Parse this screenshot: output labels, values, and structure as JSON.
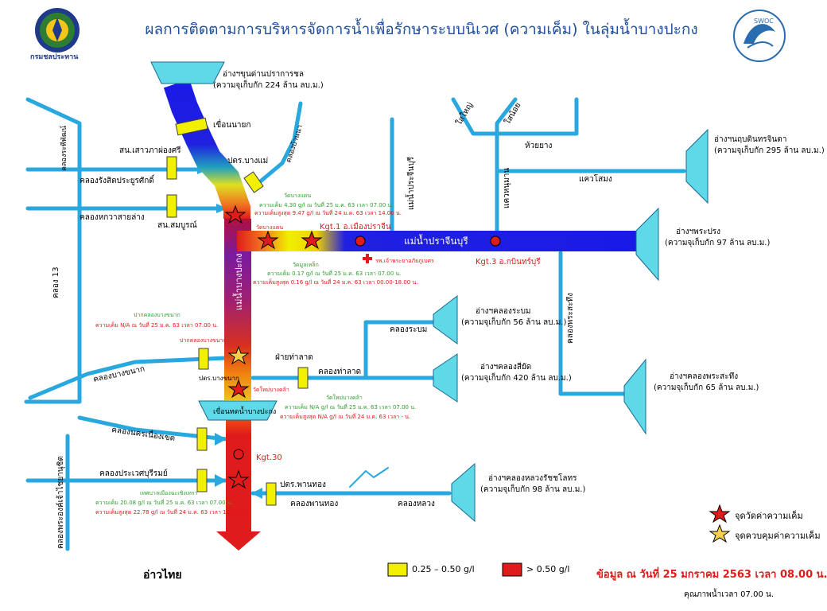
{
  "header": {
    "title": "ผลการติดตามการบริหารจัดการน้ำเพื่อรักษาระบบนิเวศ (ความเค็ม) ในลุ่มน้ำบางปะกง",
    "logo_left_label": "กรมชลประทาน",
    "logo_right_label": "SWOC"
  },
  "reservoirs": {
    "khun_dan": {
      "name": "อ่างฯขุนด่านปราการชล",
      "cap": "(ความจุเก็บกัก 224 ล้าน ลบ.ม.)"
    },
    "nabudsin": {
      "name": "อ่างฯนฤบดินทรจินดา",
      "cap": "(ความจุเก็บกัก 295 ล้าน ลบ.ม.)"
    },
    "phra_prong": {
      "name": "อ่างฯพระปรง",
      "cap": "(ความจุเก็บกัก 97 ล้าน ลบ.ม.)"
    },
    "rabom": {
      "name": "อ่างฯคลองระบม",
      "cap": "(ความจุเก็บกัก 56 ล้าน ลบ.ม.)"
    },
    "si_yat": {
      "name": "อ่างฯคลองสียัด",
      "cap": "(ความจุเก็บกัก 420 ล้าน ลบ.ม.)"
    },
    "phra_sathung": {
      "name": "อ่างฯคลองพระสะทึง",
      "cap": "(ความจุเก็บกัก 65 ล้าน ลบ.ม.)"
    },
    "luang": {
      "name": "อ่างฯคลองหลวงรัชชโลทร",
      "cap": "(ความจุเก็บกัก 98 ล้าน ลบ.ม.)"
    }
  },
  "structures": {
    "nayok_dam": "เขื่อนนายก",
    "sao_ong_sri": "สน.เสาวภาผ่องศรี",
    "bang_mae": "ปตร.บางแม่",
    "sombun": "สน.สมบูรณ์",
    "tha_lat_weir": "ฝ่ายท่าลาด",
    "bang_kanak_gate": "ปตร.บางขนาก",
    "bang_pakong_dam": "เขื่อนทดน้ำบางปะกง",
    "phanthong_gate": "ปตร.พานทอง"
  },
  "canals": {
    "phrapimon": "คลองระพีพัฒน์",
    "rangsit": "คลองรังสิตประยูรศักดิ์",
    "hokwa": "คลองหกวาสายล่าง",
    "khlong13": "คลอง 13",
    "bang_khanak": "คลองบางขนาก",
    "nakhon_nueang_khet": "คลองนครเนื่องเขต",
    "prawet": "คลองประเวศบุรีรมย์",
    "phraong": "คลองพระองค์เจ้าไชยานุชิต",
    "ban_na": "คลองบ้านนา",
    "prachinburi_mae_nam": "แม่น้ำประจีนบุรี",
    "sai_yai": "ใสใหญ่",
    "sai_noi": "ใสน้อย",
    "huai_yang": "ห้วยยาง",
    "khwae_hanuman": "แควหนุมาน",
    "khwae_somong": "แควโสมง",
    "rabom": "คลองระบม",
    "tha_lat": "คลองท่าลาด",
    "phra_sathung": "คลองพระสะทึง",
    "luang": "คลองหลวง",
    "phan_thong": "คลองพานทอง"
  },
  "rivers": {
    "bang_pakong": "แม่น้ำบางปะกง",
    "prachinburi": "แม่น้ำปราจีนบุรี"
  },
  "stations": {
    "kgt1": "Kgt.1 อ.เมืองปราจีน",
    "kgt3": "Kgt.3 อ.กบินทร์บุรี",
    "kgt30": "Kgt.30",
    "hospital": "รพ.เจ้าพระยาอภัยภูเบศร"
  },
  "readings": {
    "wat_bang_taen": {
      "name": "วัดบางแตน",
      "line1": "ความเค็ม 4.30 g/l ณ วันที่ 25 ม.ค. 63 เวลา 07.00 น.",
      "line2": "ความเค็มสูงสุด 9.47 g/l ณ วันที่ 24 ม.ค. 63 เวลา 14.00 น.",
      "marker_label": "วัดบางแตน"
    },
    "wat_mun_lek": {
      "name": "วัดมูลเหล็ก",
      "line1": "ความเค็ม 0.17 g/l ณ วันที่ 25 ม.ค. 63 เวลา 07.00 น.",
      "line2": "ความเค็มสูงสุด 0.16 g/l ณ วันที่ 24 ม.ค. 63 เวลา 00.00-18.00 น."
    },
    "pak_bang_kanak": {
      "name": "ปากคลองบางขนาก",
      "line1": "ความเค็ม N/A ณ วันที่ 25 ม.ค. 63 เวลา 07.00 น.",
      "marker_label": "ปากคลองบางขนาก"
    },
    "wat_mai_bang_khla": {
      "name": "วัดใหม่บางคล้า",
      "line1": "ความเค็ม N/A g/l ณ วันที่ 25 ม.ค. 63 เวลา 07.00 น.",
      "line2": "ความเค็มสูงสุด N/A g/l ณ วันที่ 24 ม.ค. 63 เวลา - น.",
      "marker_label": "วัดใหม่บางคล้า"
    },
    "thetsaban_chachoengsao": {
      "name": "เทศบาลเมืองฉะเชิงเทรา",
      "line1": "ความเค็ม 20.08 g/l ณ วันที่ 25 ม.ค. 63 เวลา 07.00 น.",
      "line2": "ความเค็มสูงสุด 22.78 g/l ณ วันที่ 24 ม.ค. 63 เวลา 12.00 น."
    }
  },
  "legend": {
    "measure_point": "จุดวัดค่าความเค็ม",
    "control_point": "จุดควบคุมค่าความเค็ม",
    "yellow_range": "0.25 – 0.50 g/l",
    "red_range": "> 0.50 g/l"
  },
  "footer": {
    "gulf": "อ่าวไทย",
    "date": "ข้อมูล ณ วันที่ 25 มกราคม 2563 เวลา 08.00 น.",
    "quality": "คุณภาพน้ำเวลา 07.00 น."
  },
  "colors": {
    "canal": "#29a8e0",
    "reservoir": "#5fd8e8",
    "river_blue": "#1a1ae6",
    "salinity_red": "#e01b1b",
    "salinity_yellow": "#f0f000",
    "title": "#1f4e9c"
  }
}
